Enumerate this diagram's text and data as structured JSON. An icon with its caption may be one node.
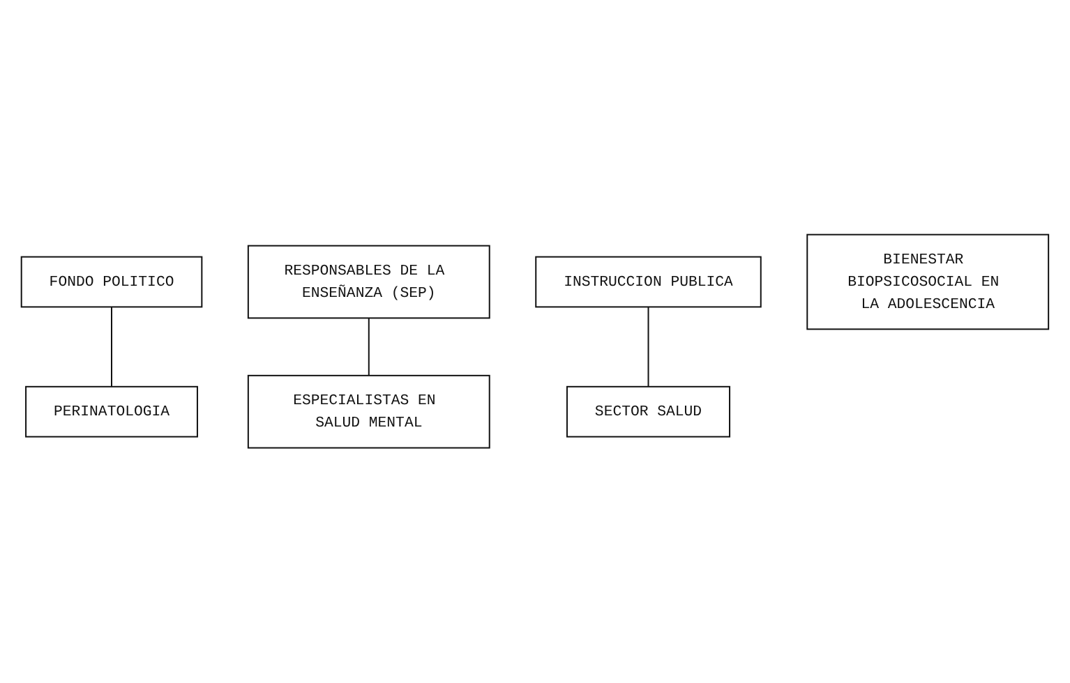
{
  "diagram": {
    "nodes": [
      {
        "text": [
          "FONDO POLITICO"
        ]
      },
      {
        "text": [
          "RESPONSABLES DE LA ENSEÑANZA (SEP)"
        ]
      },
      {
        "text": [
          "ESPECIALISTAS EN SALUD MENTAL"
        ]
      },
      {
        "text": [
          "INSTRUCCION PUBLICA"
        ]
      },
      {
        "text": [
          "SECTOR SALUD"
        ]
      },
      {
        "text": [
          "PERINATOLOGIA"
        ]
      },
      {
        "text": [
          "BIENESTAR BIOPSICOSOCIAL EN LA ADOLESCENCIA"
        ]
      }
    ],
    "edges": [
      {
        "from": 0,
        "to": 5,
        "arrow": "none"
      },
      {
        "from": 1,
        "to": 2,
        "arrow": "none"
      },
      {
        "from": 3,
        "to": 4,
        "arrow": "none"
      }
    ]
  }
}
